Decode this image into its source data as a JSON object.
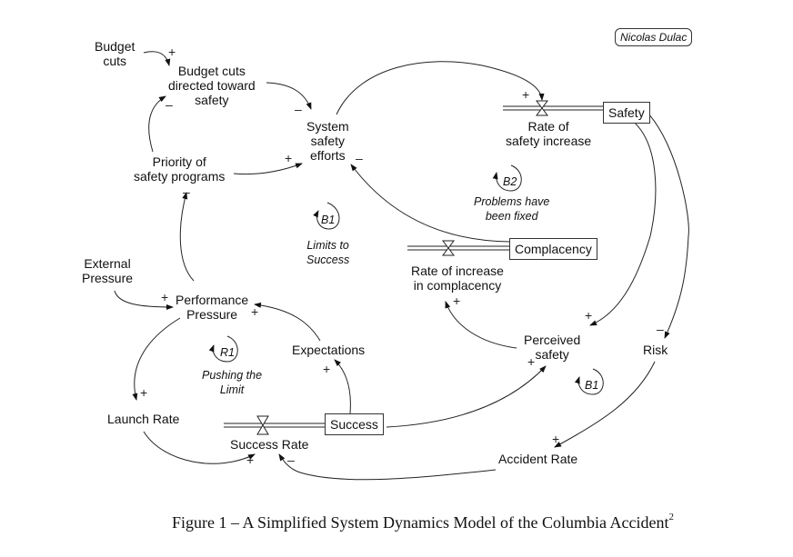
{
  "author": "Nicolas Dulac",
  "variables": {
    "budget_cuts": [
      "Budget",
      "cuts"
    ],
    "budget_cuts_safety": [
      "Budget cuts",
      "directed toward",
      "safety"
    ],
    "system_safety_efforts": [
      "System",
      "safety",
      "efforts"
    ],
    "priority_safety": [
      "Priority of",
      "safety programs"
    ],
    "external_pressure": [
      "External",
      "Pressure"
    ],
    "performance_pressure": [
      "Performance",
      "Pressure"
    ],
    "expectations": "Expectations",
    "launch_rate": "Launch Rate",
    "success_rate": "Success Rate",
    "rate_safety_increase": [
      "Rate of",
      "safety increase"
    ],
    "rate_complacency": [
      "Rate of increase",
      "in complacency"
    ],
    "perceived_safety": [
      "Perceived",
      "safety"
    ],
    "risk": "Risk",
    "accident_rate": "Accident Rate"
  },
  "stocks": {
    "safety": "Safety",
    "complacency": "Complacency",
    "success": "Success"
  },
  "loops": {
    "b1_limits": {
      "id": "B1",
      "name": [
        "Limits to",
        "Success"
      ]
    },
    "b2": {
      "id": "B2",
      "name": [
        "Problems have",
        "been fixed"
      ]
    },
    "r1": {
      "id": "R1",
      "name": [
        "Pushing the",
        "Limit"
      ]
    },
    "b1_perceived": {
      "id": "B1"
    }
  },
  "polarity": {
    "plus": "+",
    "minus": "–"
  },
  "caption": {
    "text": "Figure 1 – A Simplified System Dynamics Model of the Columbia Accident",
    "footnote": "2"
  }
}
